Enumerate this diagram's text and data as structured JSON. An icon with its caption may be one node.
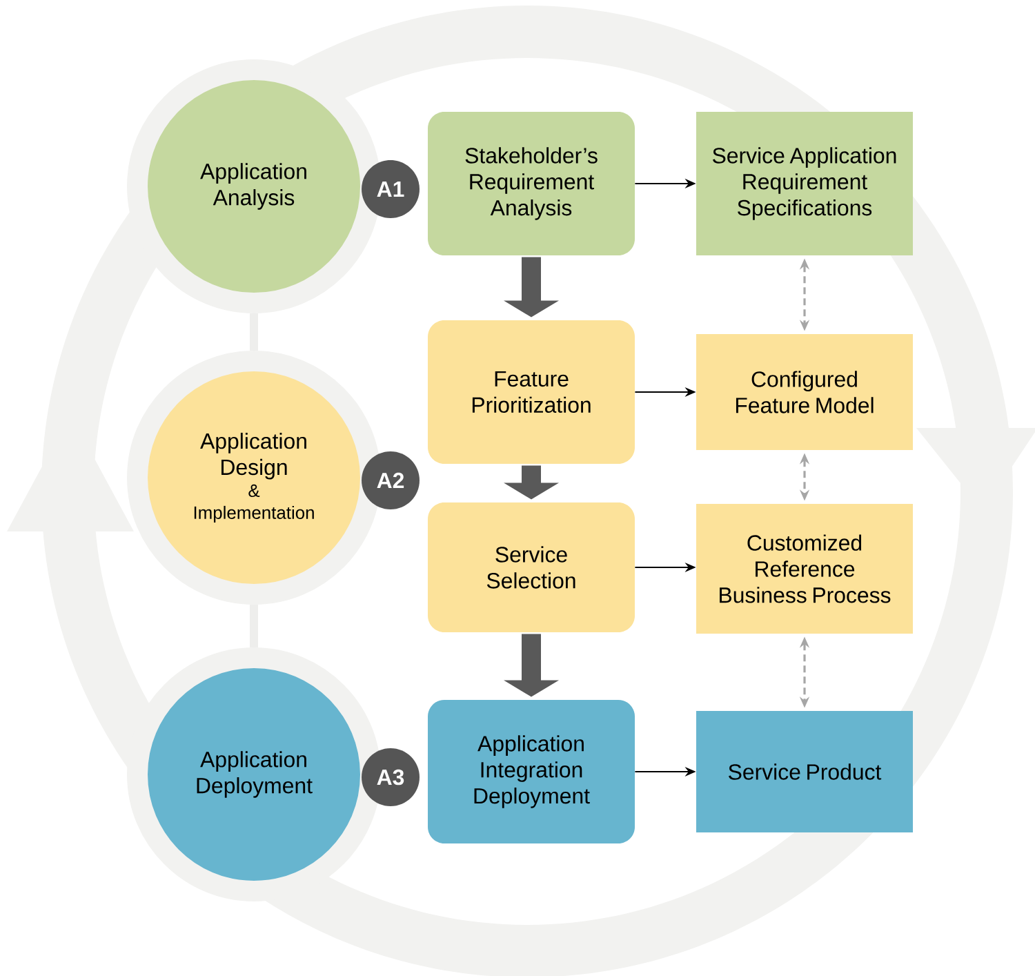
{
  "diagram": {
    "nodes": [
      {
        "text": [
          "Application Analysis"
        ]
      },
      {
        "text": [
          "A1"
        ]
      },
      {
        "text": [
          "Stakeholder’s Requirement Analysis"
        ]
      },
      {
        "text": [
          "Service Application Requirement Specifications"
        ]
      },
      {
        "text": [
          "Application Design",
          "& Implementation"
        ]
      },
      {
        "text": [
          "A2"
        ]
      },
      {
        "text": [
          "Feature Prioritization"
        ]
      },
      {
        "text": [
          "Configured Feature Model"
        ]
      },
      {
        "text": [
          "Service Selection"
        ]
      },
      {
        "text": [
          "Customized Reference Business Process"
        ]
      },
      {
        "text": [
          "Application Deployment"
        ]
      },
      {
        "text": [
          "A3"
        ]
      },
      {
        "text": [
          "Application Integration Deployment"
        ]
      },
      {
        "text": [
          "Service Product"
        ]
      }
    ],
    "edges": [
      {
        "from": 2,
        "to": 3,
        "arrow": "to"
      },
      {
        "from": 6,
        "to": 7,
        "arrow": "to"
      },
      {
        "from": 8,
        "to": 9,
        "arrow": "to"
      },
      {
        "from": 12,
        "to": 13,
        "arrow": "to"
      },
      {
        "from": 3,
        "to": 7,
        "arrow": "both",
        "style": "dashed",
        "color": "#a6a6a6"
      },
      {
        "from": 7,
        "to": 9,
        "arrow": "both",
        "style": "dashed",
        "color": "#a6a6a6"
      },
      {
        "from": 9,
        "to": 13,
        "arrow": "both",
        "style": "dashed",
        "color": "#a6a6a6"
      },
      {
        "from": 2,
        "to": 6,
        "arrow": "to",
        "style": "thick",
        "color": "#595959"
      },
      {
        "from": 6,
        "to": 8,
        "arrow": "to",
        "style": "thick",
        "color": "#595959"
      },
      {
        "from": 8,
        "to": 12,
        "arrow": "to",
        "style": "thick",
        "color": "#595959"
      },
      {
        "from": 0,
        "to": 4,
        "arrow": "none",
        "style": "thick",
        "color": "#eeeeec"
      },
      {
        "from": 4,
        "to": 10,
        "arrow": "none",
        "style": "thick",
        "color": "#eeeeec"
      }
    ]
  }
}
